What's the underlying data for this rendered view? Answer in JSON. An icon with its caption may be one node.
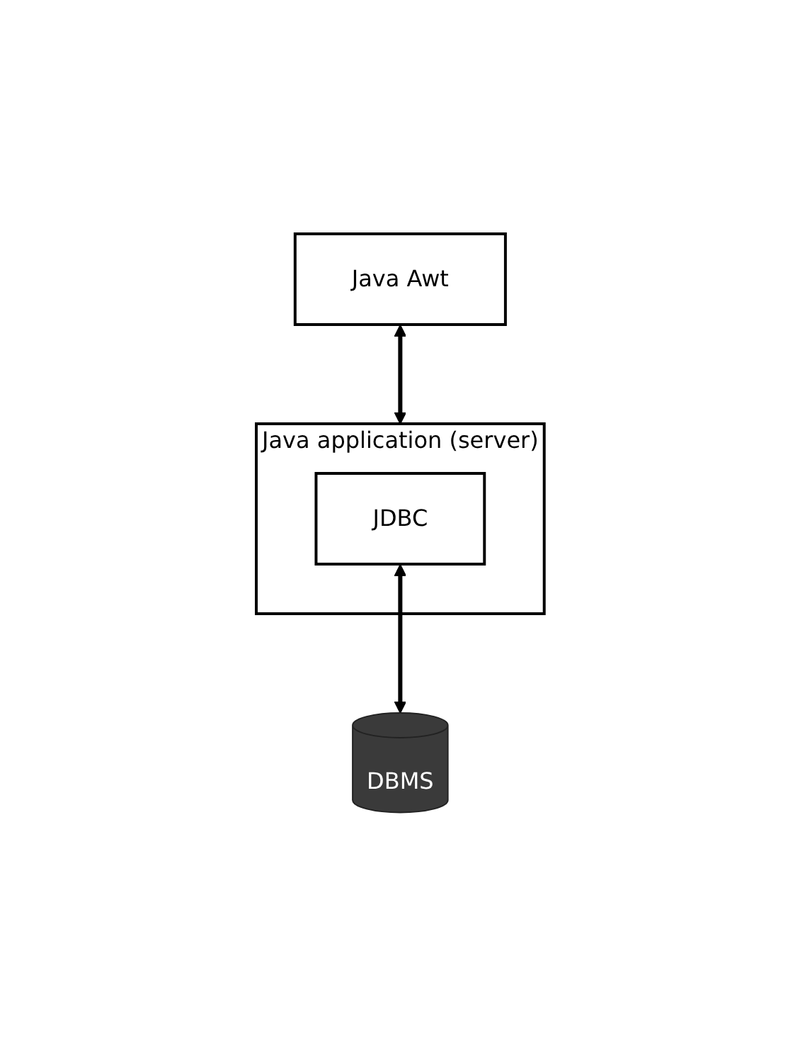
{
  "diagram": {
    "nodes": [
      {
        "text": [
          "Java Awt"
        ]
      },
      {
        "text": [
          "Java application (server)"
        ]
      },
      {
        "text": [
          "JDBC"
        ],
        "in": 1
      },
      {
        "text": [
          "DBMS"
        ]
      }
    ],
    "edges": [
      {
        "from": 0,
        "to": 1,
        "arrow": "both"
      },
      {
        "from": 2,
        "to": 3,
        "arrow": "both"
      }
    ]
  }
}
